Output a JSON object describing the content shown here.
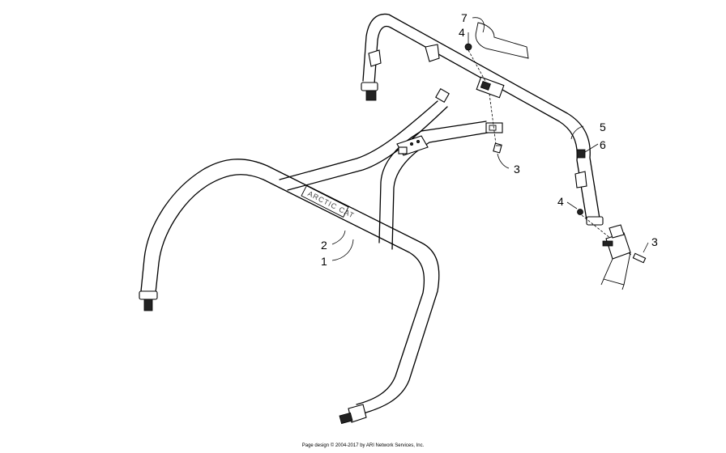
{
  "callouts": {
    "c1": "1",
    "c2": "2",
    "c3a": "3",
    "c3b": "3",
    "c4a": "4",
    "c4b": "4",
    "c5": "5",
    "c6": "6",
    "c7": "7"
  },
  "logo_text": "ARCTIC CAT",
  "footer": "Page design © 2004-2017 by ARI Network Services, Inc."
}
